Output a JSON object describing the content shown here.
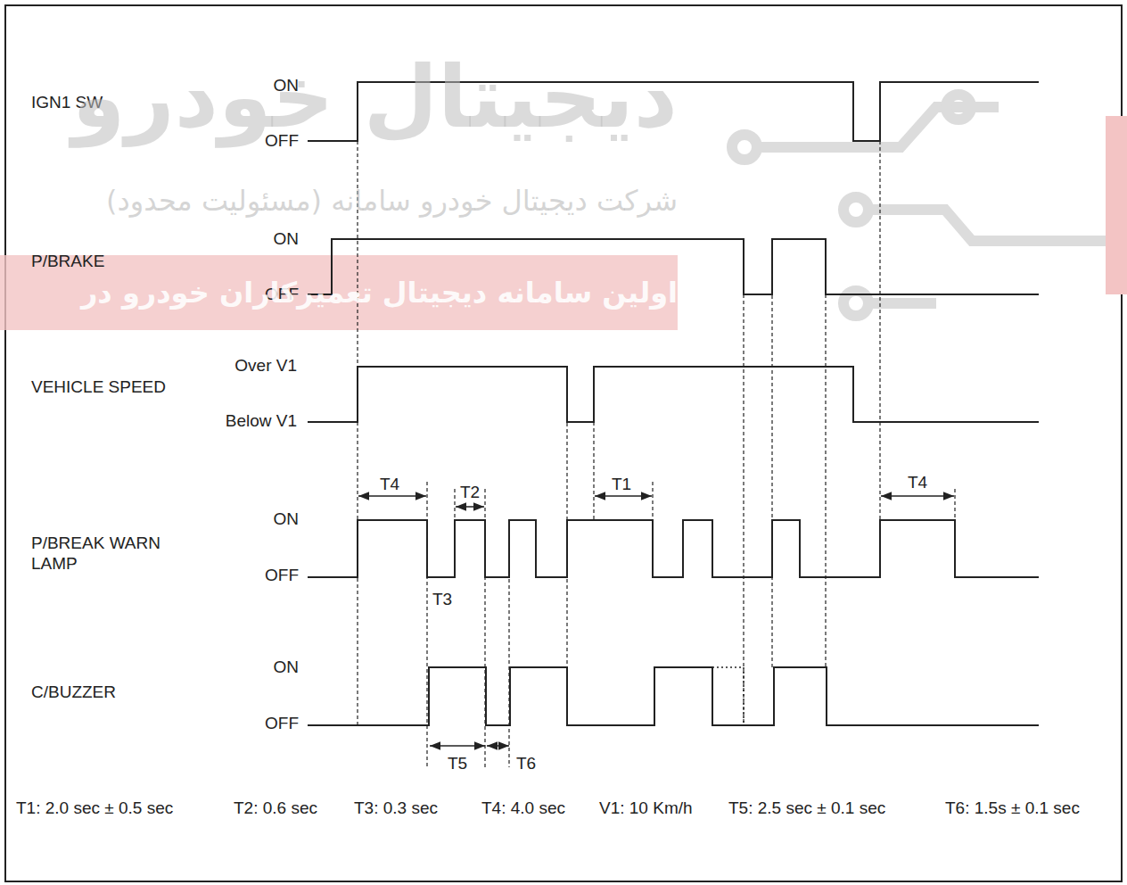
{
  "diagram": {
    "labels": [
      "IGN1 SW",
      "ON",
      "OFF",
      "P/BRAKE",
      "ON",
      "OFF",
      "VEHICLE SPEED",
      "Over V1",
      "Below V1",
      "P/BREAK WARN LAMP",
      "ON",
      "OFF",
      "C/BUZZER",
      "ON",
      "OFF",
      "T4",
      "T2",
      "T3",
      "T1",
      "T4",
      "T5",
      "T6",
      "T1: 2.0 sec ± 0.5 sec",
      "T2: 0.6 sec",
      "T3: 0.3 sec",
      "T4: 4.0 sec",
      "V1: 10 Km/h",
      "T5: 2.5 sec ± 0.1 sec",
      "T6: 1.5s ± 0.1 sec",
      "دیجیتال خودرو",
      "شرکت دیجیتال خودرو سامانه (مسئولیت محدود)",
      "اولین سامانه دیجیتال تعمیرکاران خودرو در"
    ]
  }
}
